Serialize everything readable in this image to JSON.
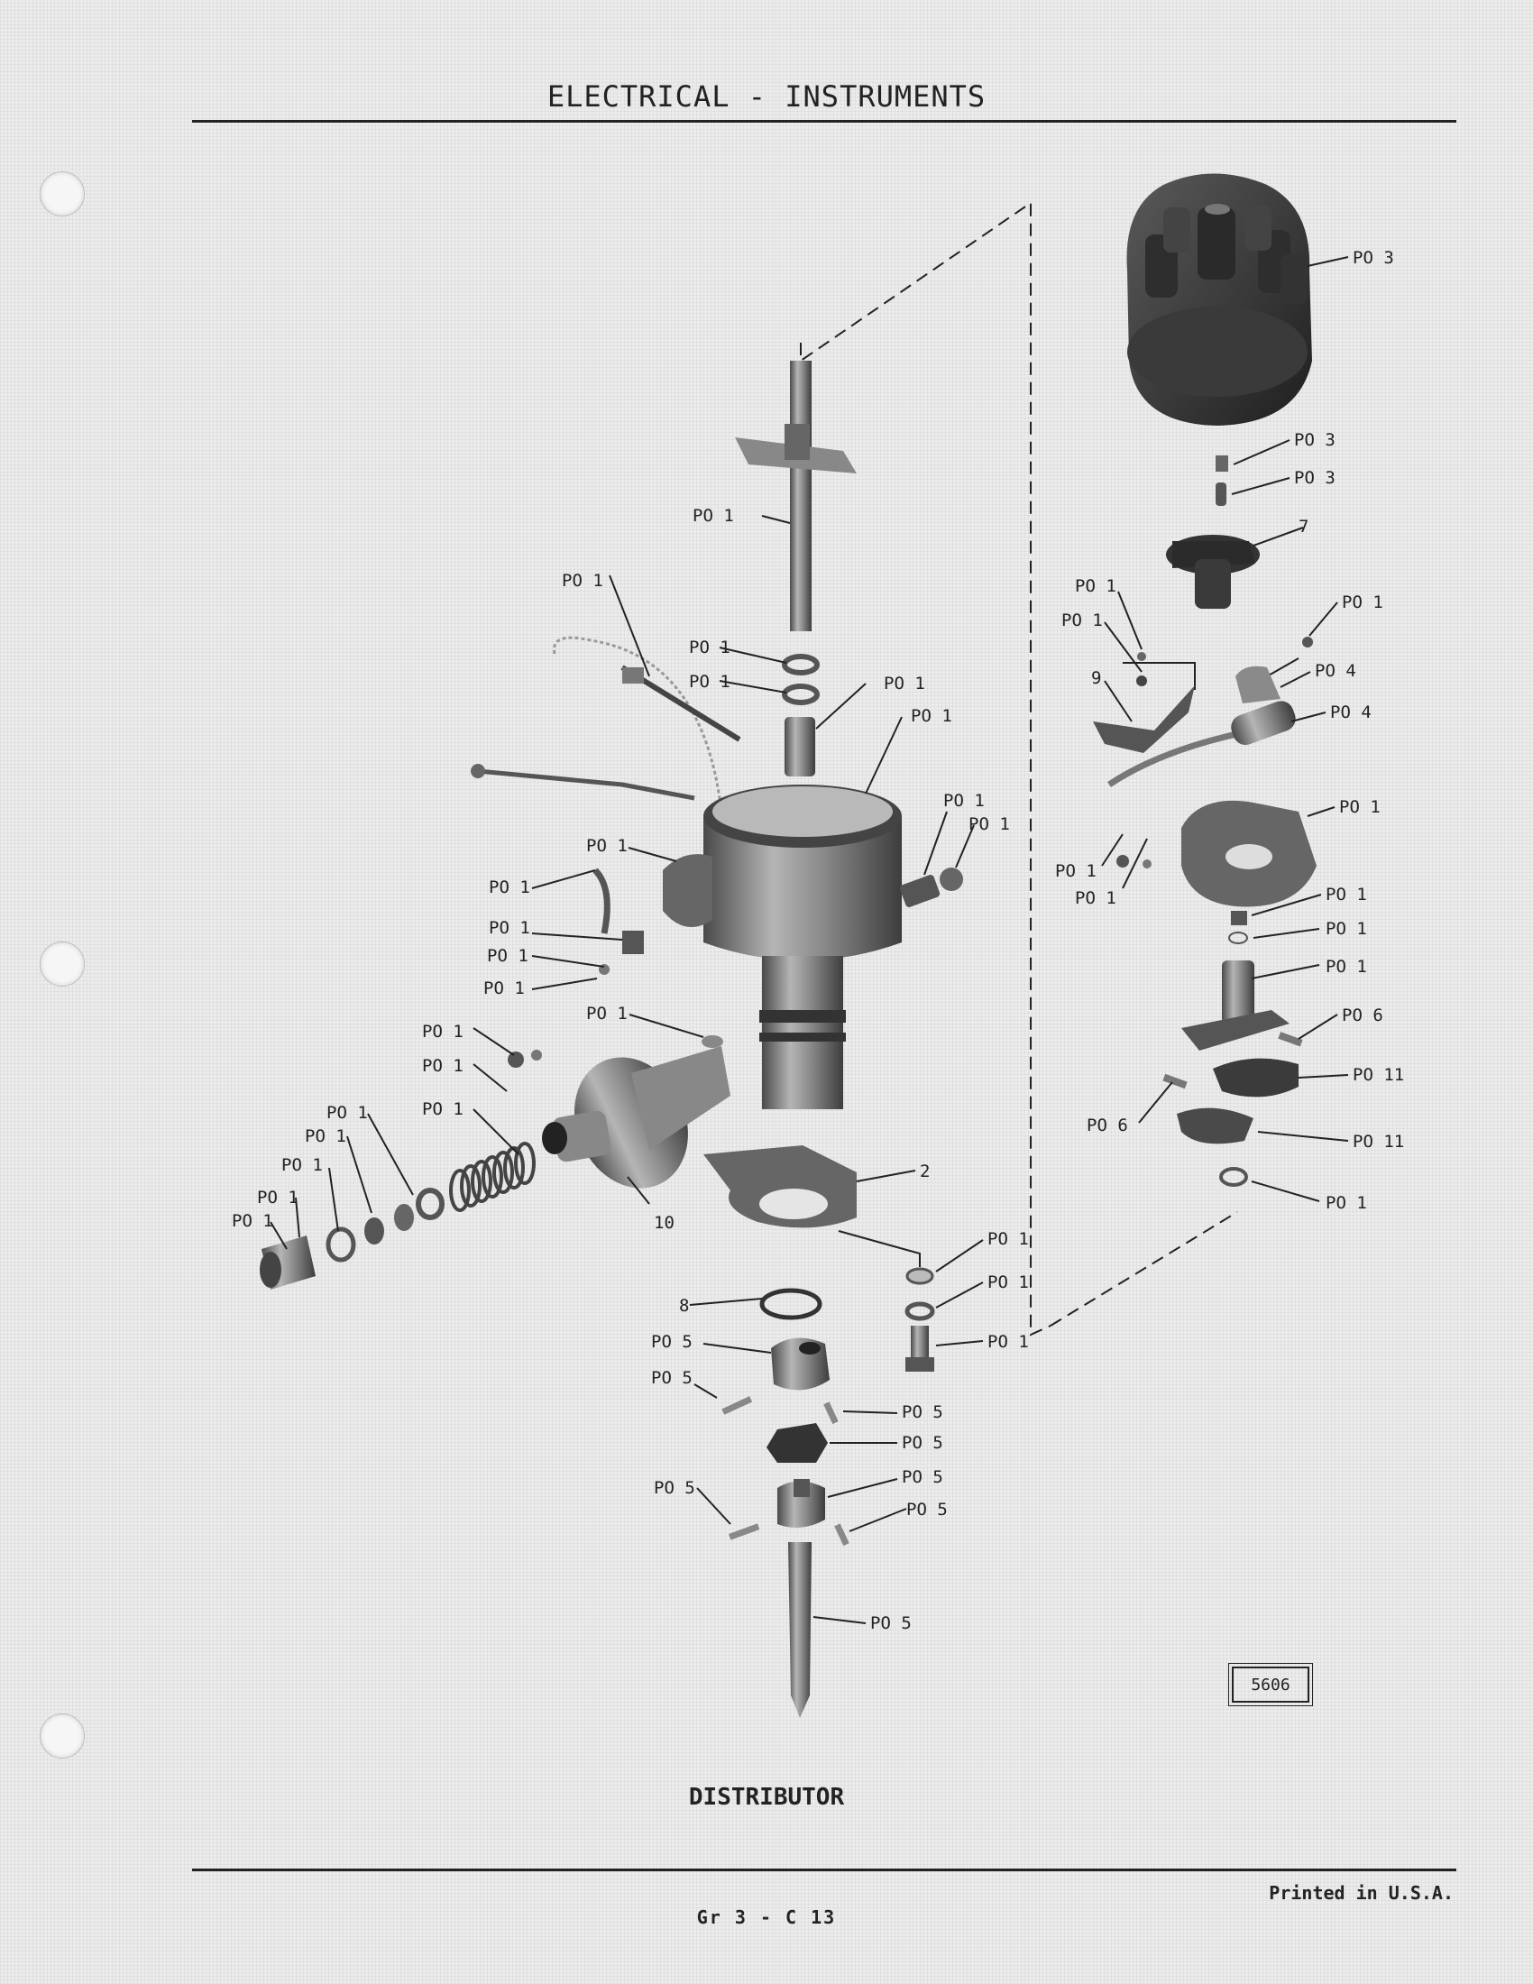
{
  "header": {
    "title": "ELECTRICAL - INSTRUMENTS"
  },
  "caption": "DISTRIBUTOR",
  "figure_number": "5606",
  "footer": {
    "printed": "Printed in U.S.A.",
    "page_code": "Gr 3 - C 13"
  },
  "callouts": [
    {
      "label": "PO 3"
    },
    {
      "label": "PO 3"
    },
    {
      "label": "PO 3"
    },
    {
      "label": "7"
    },
    {
      "label": "PO 1"
    },
    {
      "label": "PO 1"
    },
    {
      "label": "PO 1"
    },
    {
      "label": "PO 4"
    },
    {
      "label": "9"
    },
    {
      "label": "PO 4"
    },
    {
      "label": "PO 1"
    },
    {
      "label": "PO 1"
    },
    {
      "label": "PO 1"
    },
    {
      "label": "PO 1"
    },
    {
      "label": "PO 1"
    },
    {
      "label": "PO 1"
    },
    {
      "label": "PO 6"
    },
    {
      "label": "PO 11"
    },
    {
      "label": "PO 6"
    },
    {
      "label": "PO 11"
    },
    {
      "label": "PO 1"
    },
    {
      "label": "PO 1"
    },
    {
      "label": "PO 1"
    },
    {
      "label": "PO 1"
    },
    {
      "label": "PO 1"
    },
    {
      "label": "PO 1"
    },
    {
      "label": "PO 1"
    },
    {
      "label": "PO 1"
    },
    {
      "label": "PO 1"
    },
    {
      "label": "PO 1"
    },
    {
      "label": "PO 1"
    },
    {
      "label": "PO 1"
    },
    {
      "label": "PO 1"
    },
    {
      "label": "PO 1"
    },
    {
      "label": "PO 1"
    },
    {
      "label": "PO 1"
    },
    {
      "label": "PO 1"
    },
    {
      "label": "PO 1"
    },
    {
      "label": "PO 1"
    },
    {
      "label": "PO 1"
    },
    {
      "label": "PO 1"
    },
    {
      "label": "PO 1"
    },
    {
      "label": "PO 1"
    },
    {
      "label": "10"
    },
    {
      "label": "2"
    },
    {
      "label": "PO 1"
    },
    {
      "label": "PO 1"
    },
    {
      "label": "PO 1"
    },
    {
      "label": "8"
    },
    {
      "label": "PO 5"
    },
    {
      "label": "PO 5"
    },
    {
      "label": "PO 5"
    },
    {
      "label": "PO 5"
    },
    {
      "label": "PO 5"
    },
    {
      "label": "PO 5"
    },
    {
      "label": "PO 5"
    },
    {
      "label": "PO 5"
    }
  ]
}
